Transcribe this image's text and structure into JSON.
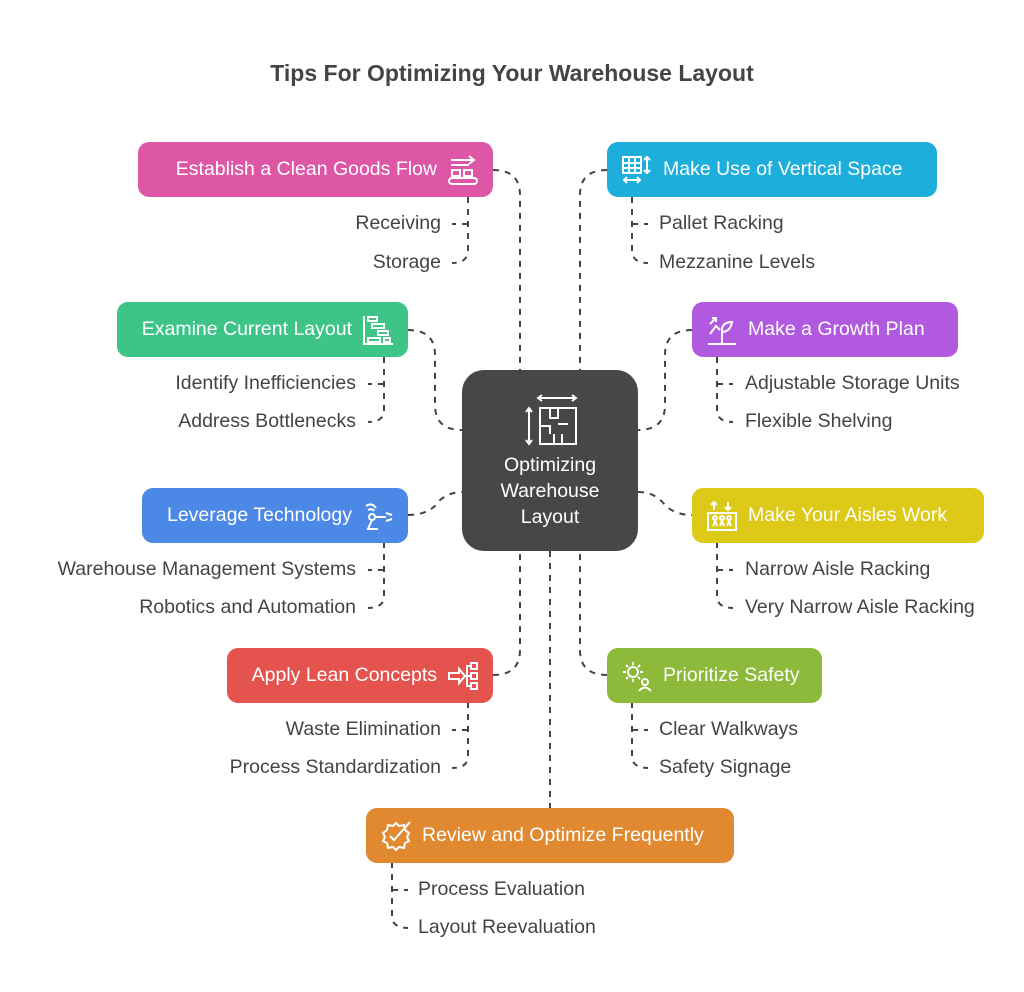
{
  "title": "Tips For Optimizing Your Warehouse Layout",
  "center": {
    "line1": "Optimizing",
    "line2": "Warehouse",
    "line3": "Layout",
    "icon": "warehouse-layout-icon"
  },
  "branches": [
    {
      "label": "Establish a Clean Goods Flow",
      "color": "#DE57A6",
      "icon": "conveyor-icon",
      "children": [
        "Receiving",
        "Storage"
      ]
    },
    {
      "label": "Make Use of Vertical Space",
      "color": "#1DAEDC",
      "icon": "vertical-grid-icon",
      "children": [
        "Pallet Racking",
        "Mezzanine Levels"
      ]
    },
    {
      "label": "Examine Current Layout",
      "color": "#3EC486",
      "icon": "gantt-chart-icon",
      "children": [
        "Identify Inefficiencies",
        "Address Bottlenecks"
      ]
    },
    {
      "label": "Make a Growth Plan",
      "color": "#B15AE0",
      "icon": "growth-plant-icon",
      "children": [
        "Adjustable Storage Units",
        "Flexible Shelving"
      ]
    },
    {
      "label": "Leverage Technology",
      "color": "#4C88E6",
      "icon": "robot-arm-icon",
      "children": [
        "Warehouse Management Systems",
        "Robotics and Automation"
      ]
    },
    {
      "label": "Make Your Aisles Work",
      "color": "#DDC917",
      "icon": "aisles-icon",
      "children": [
        "Narrow Aisle Racking",
        "Very Narrow Aisle Racking"
      ]
    },
    {
      "label": "Apply Lean Concepts",
      "color": "#E5534F",
      "icon": "lean-flow-icon",
      "children": [
        "Waste Elimination",
        "Process Standardization"
      ]
    },
    {
      "label": "Prioritize Safety",
      "color": "#8DBA3A",
      "icon": "safety-gear-icon",
      "children": [
        "Clear Walkways",
        "Safety Signage"
      ]
    },
    {
      "label": "Review and Optimize Frequently",
      "color": "#E08930",
      "icon": "review-check-icon",
      "children": [
        "Process Evaluation",
        "Layout Reevaluation"
      ]
    }
  ]
}
